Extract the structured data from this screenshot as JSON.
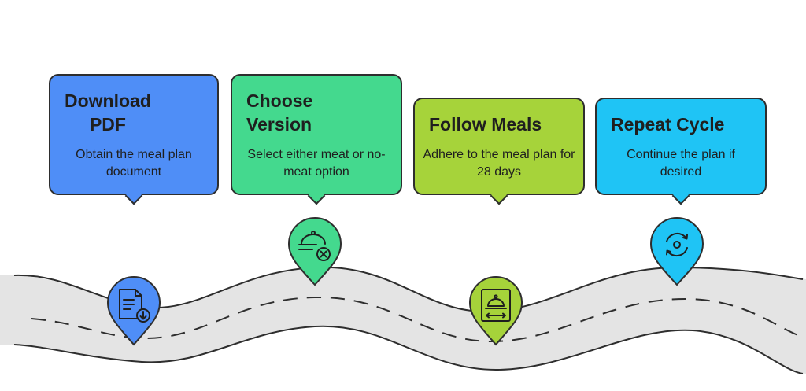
{
  "steps": [
    {
      "title": "Download\nPDF",
      "description": "Obtain the meal plan document",
      "color": "#4f8ef7",
      "icon": "document-download-icon"
    },
    {
      "title": "Choose\nVersion",
      "description": "Select either meat or no-meat option",
      "color": "#44d98e",
      "icon": "cloche-cancel-icon"
    },
    {
      "title": "Follow Meals",
      "description": "Adhere to the meal plan for 28 days",
      "color": "#a6d33a",
      "icon": "serving-tray-icon"
    },
    {
      "title": "Repeat Cycle",
      "description": "Continue the plan if desired",
      "color": "#1fc4f5",
      "icon": "repeat-cycle-icon"
    }
  ],
  "road": {
    "fill": "#e4e4e4",
    "outline": "#2e2e2e",
    "dash": "#2e2e2e"
  }
}
